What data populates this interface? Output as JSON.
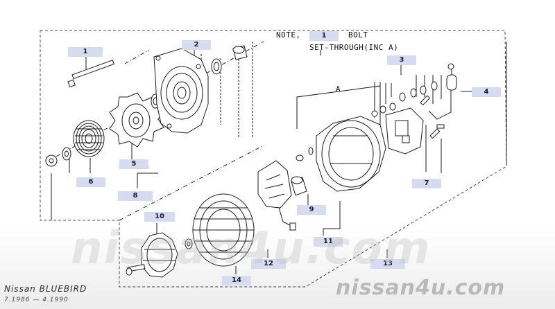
{
  "note": {
    "prefix": "NOTE,",
    "ref_number": "1",
    "suffix": "BOLT",
    "line2": "SET-THROUGH(INC A)"
  },
  "group_label_a": "A",
  "callouts": {
    "c1": "1",
    "c2": "2",
    "c3": "3",
    "c4": "4",
    "c5": "5",
    "c6": "6",
    "c7": "7",
    "c8": "8",
    "c9": "9",
    "c10": "10",
    "c11": "11",
    "c12": "12",
    "c13": "13",
    "c14": "14"
  },
  "footer": {
    "make": "Nissan",
    "model": "BLUEBIRD",
    "dates": "7.1986 — 4.1990"
  },
  "watermark": {
    "large": "nissan4u.com",
    "small": "nissan4u.com"
  },
  "colors": {
    "callout_bg": "#d7dbef",
    "line": "#1a1a1a",
    "watermark": "#b9b9b9"
  }
}
